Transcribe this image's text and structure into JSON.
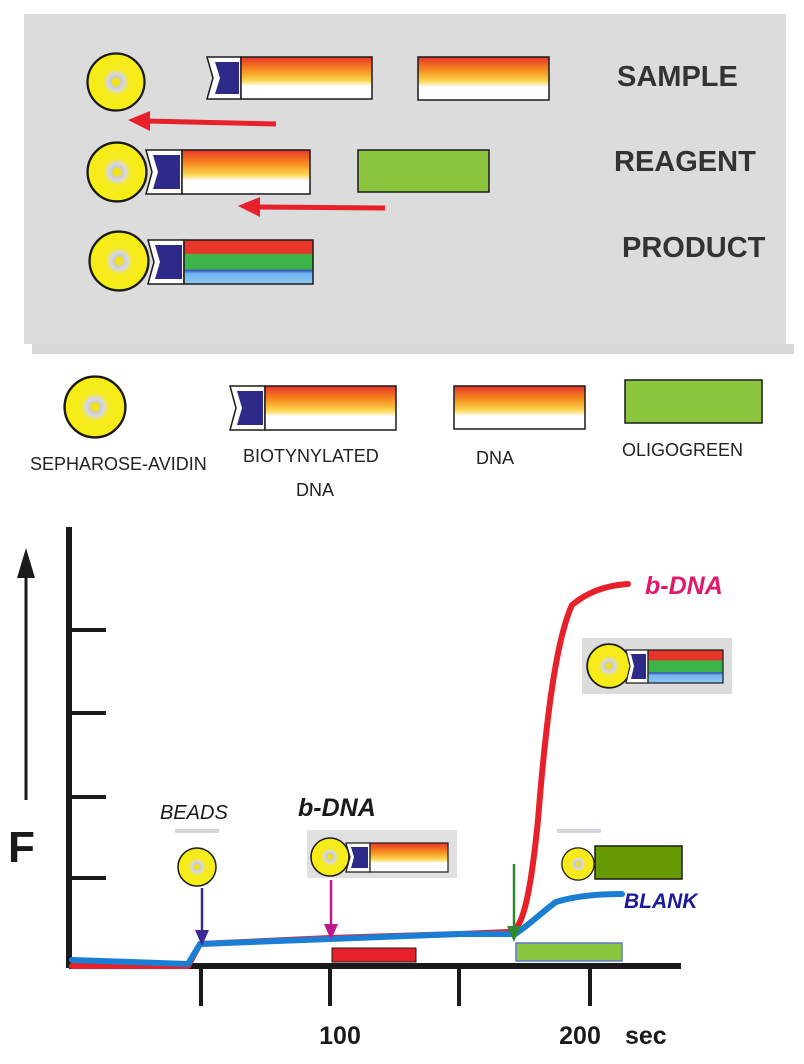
{
  "panel_labels": {
    "sample": "SAMPLE",
    "reagent": "REAGENT",
    "product": "PRODUCT"
  },
  "legend": {
    "bead": "SEPHAROSE-AVIDIN",
    "biotinylated_line1": "BIOTYNYLATED",
    "biotinylated_line2": "DNA",
    "dna": "DNA",
    "oligogreen": "OLIGOGREEN"
  },
  "graph": {
    "y_label": "F",
    "x_ticks": [
      "100",
      "200"
    ],
    "x_unit": "sec",
    "beads_label": "BEADS",
    "bdna_mid_label": "b-DNA",
    "bdna_curve_label": "b-DNA",
    "blank_curve_label": "BLANK"
  },
  "colors": {
    "panel_bg": "#dcdcdc",
    "bead_yellow": "#f7ec13",
    "bead_core": "#cfcfd6",
    "linker": "#2e2a8a",
    "arrow_red": "#e8202a",
    "oligogreen": "#8cc63f",
    "oligogreen_dark": "#5a8a00",
    "curve_red": "#e8202a",
    "curve_blue": "#1a7fd4",
    "label_red": "#e0186a",
    "label_blue": "#1a1a9a",
    "marker_purple": "#3a2a9a",
    "marker_magenta": "#c0168c",
    "marker_green": "#2e8a2e"
  }
}
